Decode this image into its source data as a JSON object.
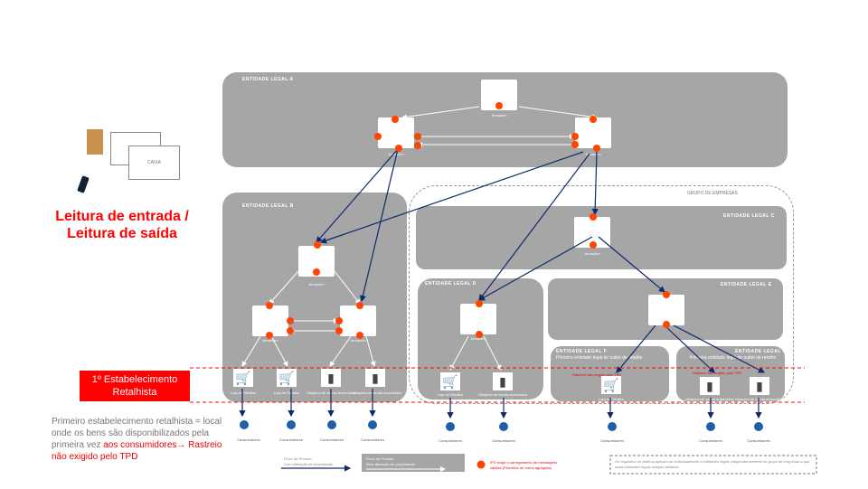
{
  "left": {
    "caixa": "CAIXA",
    "title_line1": "Leitura de entrada /",
    "title_line2": "Leitura de saída",
    "badge_line1": "1º Estabelecimento",
    "badge_line2": "Retalhista",
    "desc_gray": "Primeiro  estabelecimento retalhista = local onde os bens são disponibilizados pela primeira vez ",
    "desc_red": "aos consumidores→ Rastreio não exigido pelo TPD"
  },
  "entities": {
    "a": "ENTIDADE LEGAL A",
    "b": "ENTIDADE LEGAL B",
    "c": "ENTIDADE LEGAL C",
    "d": "ENTIDADE LEGAL D",
    "e": "ENTIDADE LEGAL E",
    "f": "ENTIDADE LEGAL F",
    "g": "ENTIDADE LEGAL G",
    "group": "GRUPO DE EMPRESAS"
  },
  "outlet_sub": "Primeira entidade legal de outlet de retalho",
  "tracking_not_required": "Rastreio não exigido pelo TPD",
  "warehouse": "Armazém",
  "shop": "Loja de Retalho",
  "vending": "Máquina de venda automática",
  "consumers": "Consumidores",
  "legend": {
    "flow_with_line1": "Fluxo de Produto",
    "flow_with_line2": "Com alteração de propriedade",
    "flow_without_line1": "Fluxo de Produto",
    "flow_without_line2": "Sem alteração de propriedade",
    "ipo": "IPO exige o carregamento de mensagens válidas (Permitido de forma agregada)",
    "note": "Os requisitos do sistema aplicam-se individualmente a entidades legais independentemente do grupo de empresas a que estas entidades legais estejam afiliadas."
  },
  "colors": {
    "box": "#a6a6a6",
    "arrow": "#0d2a6b",
    "red": "#ff0000",
    "dot": "#ff4500"
  }
}
